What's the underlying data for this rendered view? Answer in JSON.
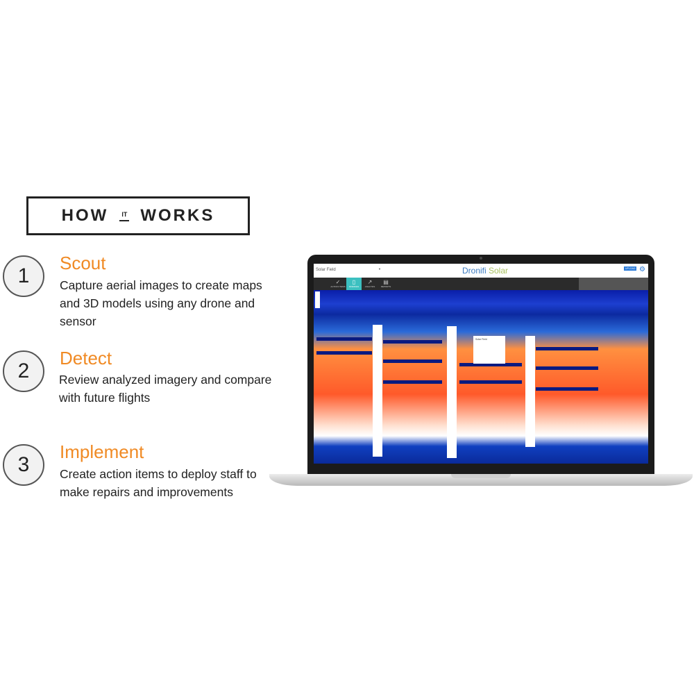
{
  "heading": {
    "left": "HOW",
    "middle": "IT",
    "right": "WORKS"
  },
  "steps": [
    {
      "number": "1",
      "title": "Scout",
      "description": "Capture aerial images to create maps and 3D models using any drone and sensor"
    },
    {
      "number": "2",
      "title": "Detect",
      "description": "Review analyzed imagery and compare with future flights"
    },
    {
      "number": "3",
      "title": "Implement",
      "description": "Create action items to deploy staff to make repairs and improvements"
    }
  ],
  "app": {
    "site_select": "Solar Field",
    "logo_main": "Dronifi",
    "logo_sub": "Solar",
    "upload_label": "UPLOAD",
    "toolbar": [
      "ACTION ITEMS",
      "FINDINGS",
      "ANALYSIS",
      "REPORTS"
    ],
    "active_tab": "FINDINGS",
    "popup_title": "Solar Field"
  },
  "colors": {
    "accent": "#f08a24",
    "teal": "#3cc0c0"
  }
}
